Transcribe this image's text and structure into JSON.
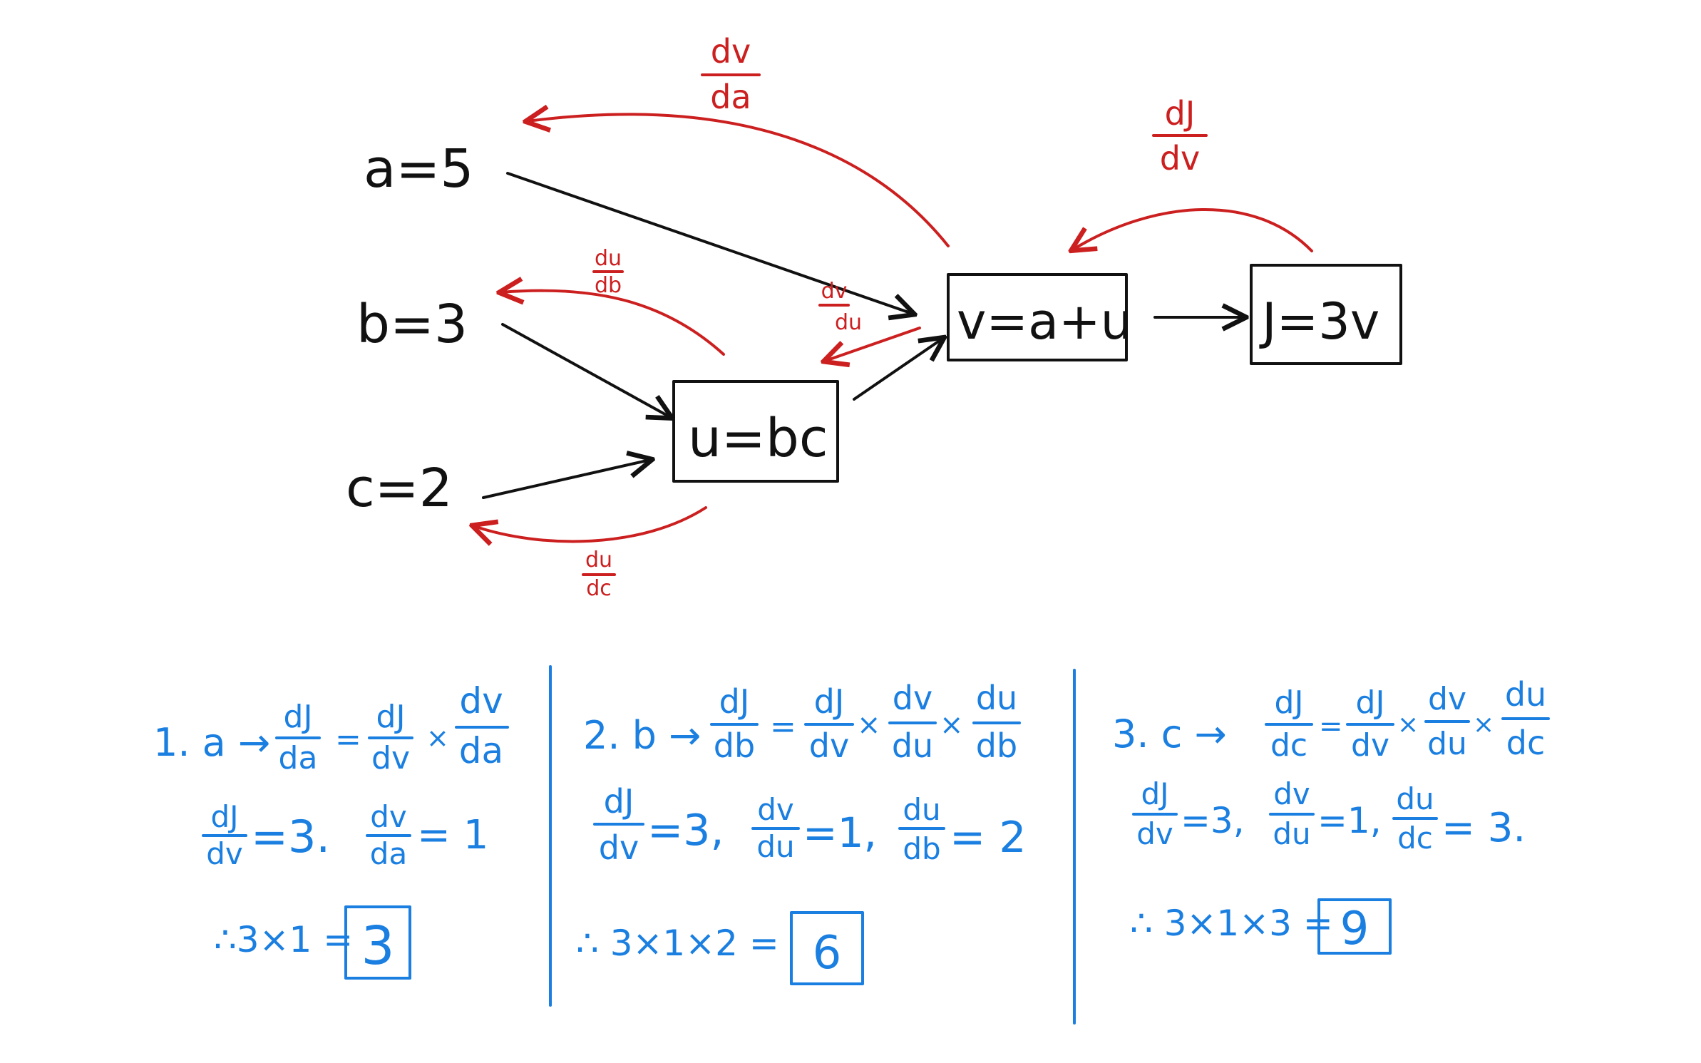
{
  "graph": {
    "nodes": {
      "a": "a=5",
      "b": "b=3",
      "c": "c=2",
      "u": "u=bc",
      "v": "v=a+u",
      "J": "J=3v"
    },
    "derivatives": {
      "dv_da": {
        "num": "dv",
        "den": "da"
      },
      "dJ_dv": {
        "num": "dJ",
        "den": "dv"
      },
      "du_db": {
        "num": "du",
        "den": "db"
      },
      "dv_du": {
        "num": "dv",
        "den": "du"
      },
      "du_dc": {
        "num": "du",
        "den": "dc"
      }
    }
  },
  "steps": [
    {
      "prefix": "1. a →",
      "lhs": {
        "num": "dJ",
        "den": "da"
      },
      "factors": [
        {
          "num": "dJ",
          "den": "dv"
        },
        {
          "num": "dv",
          "den": "da"
        }
      ],
      "values": [
        {
          "num": "dJ",
          "den": "dv",
          "val": "=3."
        },
        {
          "num": "dv",
          "den": "da",
          "val": "= 1"
        }
      ],
      "result_expr": "∴3×1 =",
      "result": "3"
    },
    {
      "prefix": "2. b →",
      "lhs": {
        "num": "dJ",
        "den": "db"
      },
      "factors": [
        {
          "num": "dJ",
          "den": "dv"
        },
        {
          "num": "dv",
          "den": "du"
        },
        {
          "num": "du",
          "den": "db"
        }
      ],
      "values": [
        {
          "num": "dJ",
          "den": "dv",
          "val": "=3,"
        },
        {
          "num": "dv",
          "den": "du",
          "val": "=1,"
        },
        {
          "num": "du",
          "den": "db",
          "val": "= 2"
        }
      ],
      "result_expr": "∴ 3×1×2 =",
      "result": "6"
    },
    {
      "prefix": "3. c →",
      "lhs": {
        "num": "dJ",
        "den": "dc"
      },
      "factors": [
        {
          "num": "dJ",
          "den": "dv"
        },
        {
          "num": "dv",
          "den": "du"
        },
        {
          "num": "du",
          "den": "dc"
        }
      ],
      "values": [
        {
          "num": "dJ",
          "den": "dv",
          "val": "=3,"
        },
        {
          "num": "dv",
          "den": "du",
          "val": "=1,"
        },
        {
          "num": "du",
          "den": "dc",
          "val": "= 3."
        }
      ],
      "result_expr": "∴ 3×1×3 =",
      "result": "9"
    }
  ]
}
